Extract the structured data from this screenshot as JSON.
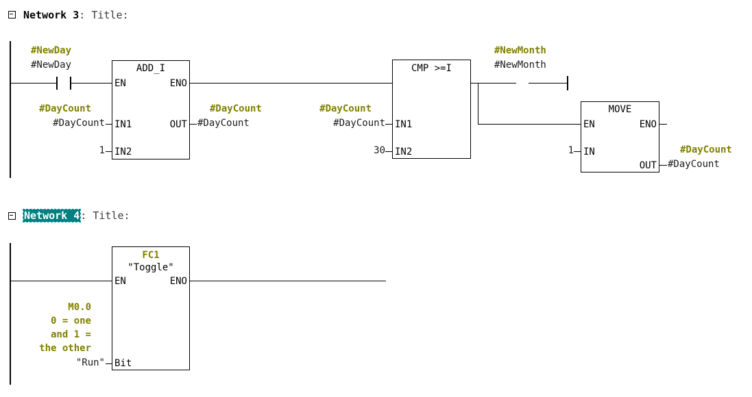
{
  "editor": {
    "language": "LAD",
    "colors": {
      "symbol": "#808000",
      "selection": "#008080",
      "wire": "#000000",
      "background": "#ffffff"
    }
  },
  "networks": [
    {
      "id": "network-3",
      "collapse_icon": "collapse-minus-icon",
      "name": "Network 3",
      "separator": ": ",
      "title_label": "Title:",
      "selected": false,
      "elements": {
        "contact": {
          "type": "normally-open-contact",
          "symbol": "#NewDay",
          "address": "#NewDay"
        },
        "add_block": {
          "name": "ADD_I",
          "pins": {
            "en": "EN",
            "eno": "ENO",
            "in1": "IN1",
            "in2": "IN2",
            "out": "OUT"
          },
          "in1_symbol": "#DayCount",
          "in1_address": "#DayCount",
          "in2_value": "1",
          "out_symbol": "#DayCount",
          "out_address": "#DayCount"
        },
        "cmp_block": {
          "name": "CMP >=I",
          "pins": {
            "in1": "IN1",
            "in2": "IN2"
          },
          "in1_symbol": "#DayCount",
          "in1_address": "#DayCount",
          "in2_value": "30"
        },
        "coil": {
          "type": "output-coil",
          "symbol": "#NewMonth",
          "address": "#NewMonth"
        },
        "move_block": {
          "name": "MOVE",
          "pins": {
            "en": "EN",
            "eno": "ENO",
            "in": "IN",
            "out": "OUT"
          },
          "in_value": "1",
          "out_symbol": "#DayCount",
          "out_address": "#DayCount"
        }
      }
    },
    {
      "id": "network-4",
      "collapse_icon": "collapse-minus-icon",
      "name": "Network 4",
      "separator": ": ",
      "title_label": "Title:",
      "selected": true,
      "elements": {
        "fc_block": {
          "number": "FC1",
          "name": "\"Toggle\"",
          "pins": {
            "en": "EN",
            "eno": "ENO",
            "bit": "Bit"
          },
          "bit_symbol": "M0.0",
          "bit_comment_lines": [
            "0 = one",
            "and 1 =",
            "the other"
          ],
          "bit_address": "\"Run\""
        }
      }
    }
  ]
}
